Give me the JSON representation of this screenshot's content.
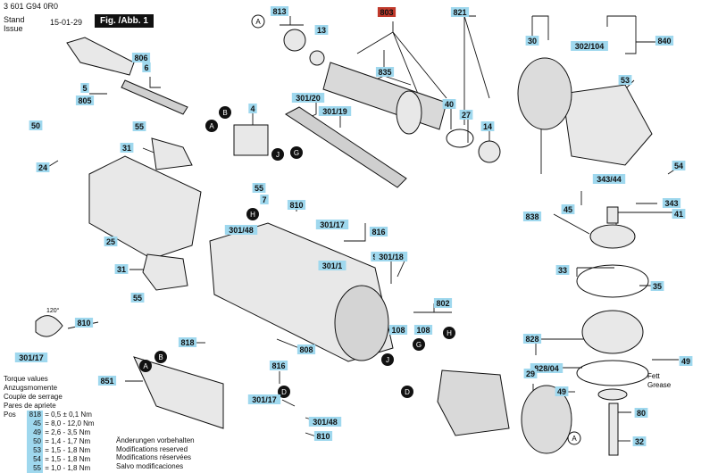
{
  "header": {
    "doc_code": "3 601 G94 0R0",
    "stand_label": "Stand",
    "issue_label": "Issue",
    "date": "15-01-29",
    "figure": "Fig. /Abb. 1"
  },
  "colors": {
    "tag_bg": "#9fd8ee",
    "highlight_bg": "#c0392b",
    "line": "#111111",
    "part_fill": "#e8e8e8"
  },
  "part_labels": [
    {
      "id": "813",
      "kind": "tag"
    },
    {
      "id": "803",
      "kind": "highlight"
    },
    {
      "id": "821",
      "kind": "tag"
    },
    {
      "id": "13",
      "kind": "tag"
    },
    {
      "id": "30",
      "kind": "tag"
    },
    {
      "id": "302/104",
      "kind": "tag"
    },
    {
      "id": "840",
      "kind": "tag"
    },
    {
      "id": "806",
      "kind": "tag"
    },
    {
      "id": "6",
      "kind": "tag"
    },
    {
      "id": "835",
      "kind": "tag"
    },
    {
      "id": "5",
      "kind": "tag"
    },
    {
      "id": "805",
      "kind": "tag"
    },
    {
      "id": "301/20",
      "kind": "tag"
    },
    {
      "id": "301/19",
      "kind": "tag"
    },
    {
      "id": "40",
      "kind": "tag"
    },
    {
      "id": "27",
      "kind": "tag"
    },
    {
      "id": "14",
      "kind": "tag"
    },
    {
      "id": "53",
      "kind": "tag"
    },
    {
      "id": "50",
      "kind": "tag"
    },
    {
      "id": "55",
      "kind": "tag"
    },
    {
      "id": "4",
      "kind": "tag"
    },
    {
      "id": "31",
      "kind": "tag"
    },
    {
      "id": "24",
      "kind": "tag"
    },
    {
      "id": "54",
      "kind": "tag"
    },
    {
      "id": "343/44",
      "kind": "tag"
    },
    {
      "id": "55",
      "kind": "tag"
    },
    {
      "id": "7",
      "kind": "tag"
    },
    {
      "id": "838",
      "kind": "tag"
    },
    {
      "id": "45",
      "kind": "tag"
    },
    {
      "id": "343",
      "kind": "tag"
    },
    {
      "id": "41",
      "kind": "tag"
    },
    {
      "id": "810",
      "kind": "tag"
    },
    {
      "id": "301/48",
      "kind": "tag"
    },
    {
      "id": "301/17",
      "kind": "tag"
    },
    {
      "id": "816",
      "kind": "tag"
    },
    {
      "id": "25",
      "kind": "tag"
    },
    {
      "id": "9",
      "kind": "tag"
    },
    {
      "id": "301/18",
      "kind": "tag"
    },
    {
      "id": "301/1",
      "kind": "tag"
    },
    {
      "id": "31",
      "kind": "tag"
    },
    {
      "id": "33",
      "kind": "tag"
    },
    {
      "id": "35",
      "kind": "tag"
    },
    {
      "id": "55",
      "kind": "tag"
    },
    {
      "id": "802",
      "kind": "tag"
    },
    {
      "id": "810",
      "kind": "tag"
    },
    {
      "id": "108",
      "kind": "tag"
    },
    {
      "id": "108",
      "kind": "tag"
    },
    {
      "id": "828",
      "kind": "tag"
    },
    {
      "id": "301/17",
      "kind": "tag"
    },
    {
      "id": "818",
      "kind": "tag"
    },
    {
      "id": "808",
      "kind": "tag"
    },
    {
      "id": "49",
      "kind": "tag"
    },
    {
      "id": "828/04",
      "kind": "tag"
    },
    {
      "id": "851",
      "kind": "tag"
    },
    {
      "id": "816",
      "kind": "tag"
    },
    {
      "id": "29",
      "kind": "tag"
    },
    {
      "id": "49",
      "kind": "tag"
    },
    {
      "id": "301/17",
      "kind": "tag"
    },
    {
      "id": "301/48",
      "kind": "tag"
    },
    {
      "id": "80",
      "kind": "tag"
    },
    {
      "id": "810",
      "kind": "tag"
    },
    {
      "id": "32",
      "kind": "tag"
    }
  ],
  "callouts": {
    "A": "A",
    "B": "B",
    "G": "G",
    "H": "H",
    "J": "J",
    "D": "D"
  },
  "angle_label": "120°",
  "grease_label": [
    "Fett",
    "Grease"
  ],
  "torque_legend": {
    "titles": [
      "Torque values",
      "Anzugsmomente",
      "Couple de serrage",
      "Pares de apriete"
    ],
    "pos_label": "Pos",
    "rows": [
      {
        "pos": "818",
        "value": "= 0,5 ± 0,1 Nm"
      },
      {
        "pos": "45",
        "value": "= 8,0 - 12,0 Nm"
      },
      {
        "pos": "49",
        "value": "= 2,6 - 3,5 Nm"
      },
      {
        "pos": "50",
        "value": "= 1,4 - 1,7 Nm"
      },
      {
        "pos": "53",
        "value": "= 1,5 - 1,8 Nm"
      },
      {
        "pos": "54",
        "value": "= 1,5 - 1,8 Nm"
      },
      {
        "pos": "55",
        "value": "= 1,0 - 1,8 Nm"
      }
    ]
  },
  "notes": [
    "Änderungen vorbehalten",
    "Modifications reserved",
    "Modifications réservées",
    "Salvo modificaciones"
  ]
}
